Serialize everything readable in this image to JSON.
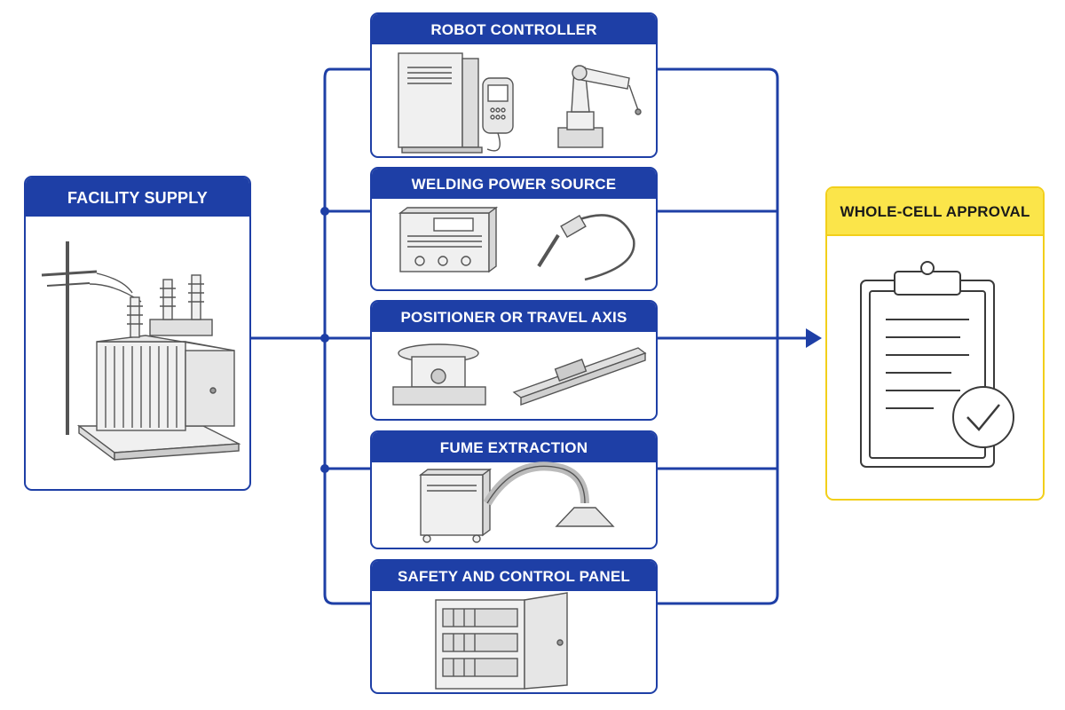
{
  "colors": {
    "accent_blue": "#1e3fa6",
    "approval_yellow": "#fbe54a",
    "approval_border": "#f2cf1a",
    "ink": "#555555"
  },
  "facility": {
    "title": "FACILITY SUPPLY",
    "icon": "transformer-icon"
  },
  "components": [
    {
      "title": "ROBOT CONTROLLER",
      "icons": [
        "controller-cabinet-icon",
        "teach-pendant-icon",
        "robot-arm-icon"
      ]
    },
    {
      "title": "WELDING POWER SOURCE",
      "icons": [
        "welding-machine-icon",
        "welding-torch-icon"
      ]
    },
    {
      "title": "POSITIONER OR TRAVEL AXIS",
      "icons": [
        "positioner-icon",
        "linear-rail-icon"
      ]
    },
    {
      "title": "FUME EXTRACTION",
      "icons": [
        "fume-extractor-icon"
      ]
    },
    {
      "title": "SAFETY AND CONTROL PANEL",
      "icons": [
        "control-panel-icon"
      ]
    }
  ],
  "approval": {
    "title": "WHOLE-CELL APPROVAL",
    "icon": "clipboard-check-icon"
  }
}
